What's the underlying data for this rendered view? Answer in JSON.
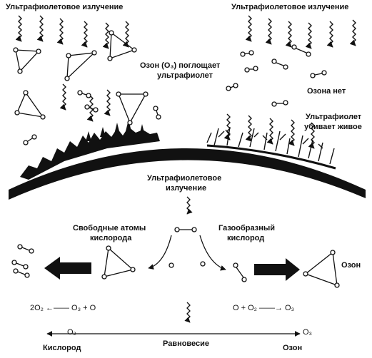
{
  "uv_left_label": "Ультрафиолетовое излучение",
  "uv_right_label": "Ультрафиолетовое излучение",
  "ozone_absorbs_line1": "Озон (O₃) поглощает",
  "ozone_absorbs_line2": "ультрафиолет",
  "no_ozone_label": "Озона нет",
  "uv_kills_line1": "Ультрафиолет",
  "uv_kills_line2": "убивает живое",
  "uv_center_line1": "Ультрафиолетовое",
  "uv_center_line2": "излучение",
  "free_atoms_line1": "Свободные атомы",
  "free_atoms_line2": "кислорода",
  "gas_oxygen_line1": "Газообразный",
  "gas_oxygen_line2": "кислород",
  "ozone_label_right": "Озон",
  "reaction_left": "2O₂ ←—— O₃ + O",
  "reaction_right": "O + O₂ ——→ O₃",
  "bottom_left_formula": "O₂",
  "bottom_right_formula": "O₃",
  "oxygen_label": "Кислород",
  "equilibrium_label": "Равновесие",
  "ozone_label_bottom": "Озон"
}
